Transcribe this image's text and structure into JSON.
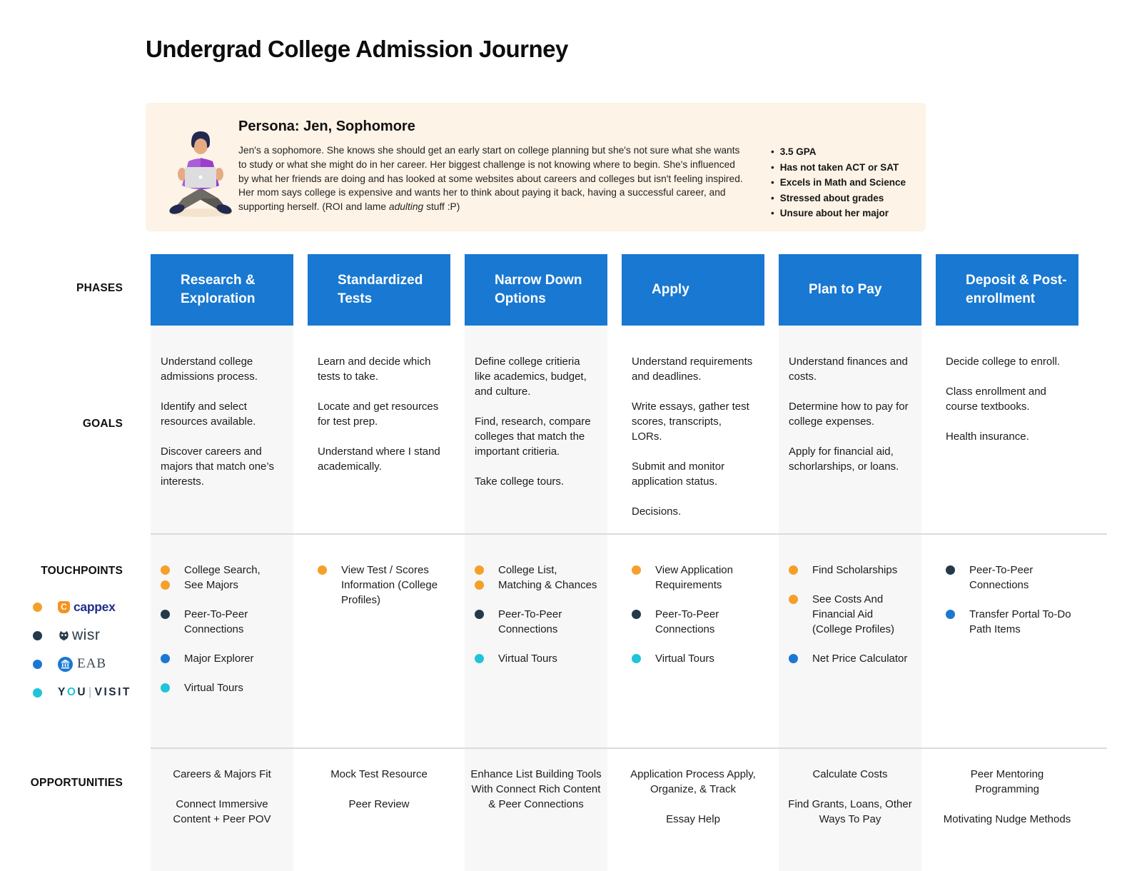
{
  "title": "Undergrad College Admission Journey",
  "colors": {
    "orange": "#F5A02B",
    "navy": "#24394A",
    "blue": "#1B77D2",
    "cyan": "#20C4D9",
    "header_blue": "#1878D2",
    "persona_bg": "#FDF3E6",
    "cappex_orange": "#F5931E",
    "cappex_navy": "#1F2E8C"
  },
  "persona": {
    "heading": "Persona: Jen, Sophomore",
    "description": [
      "Jen's a sophomore. She knows she should get an early start on college planning but she's not sure what she wants to study or what she might do in her career. Her biggest challenge is not knowing where to begin. She's influenced by what her friends are doing and has looked at some websites about careers and colleges but isn't feeling inspired. Her mom says college is expensive and wants her to think about paying it back, having a successful career, and supporting herself. (ROI and lame ",
      "adulting",
      " stuff :P)"
    ],
    "facts": [
      "3.5 GPA",
      "Has not taken ACT or SAT",
      "Excels in Math and Science",
      "Stressed about grades",
      "Unsure about her major"
    ],
    "bullet": "•"
  },
  "row_labels": {
    "phases": "PHASES",
    "goals": "GOALS",
    "touchpoints": "TOUCHPOINTS",
    "opportunities": "OPPORTUNITIES"
  },
  "legend": [
    {
      "c": "orange",
      "brand": "cappex",
      "badge": "C",
      "word": "cappex"
    },
    {
      "c": "navy",
      "brand": "wisr",
      "word": "wisr"
    },
    {
      "c": "blue",
      "brand": "EAB",
      "word": "EAB"
    },
    {
      "c": "cyan",
      "brand": "YouVisit",
      "y": "Y",
      "o": "O",
      "u": "U",
      "bar": "|",
      "visit": "VISIT"
    }
  ],
  "columns": [
    {
      "phase": "Research & Exploration",
      "goals": [
        "Understand college admissions process.",
        "Identify and select resources available.",
        "Discover careers and majors that match one’s interests."
      ],
      "touchpoints": [
        {
          "c": "orange",
          "t": "College Search,"
        },
        {
          "c": "orange",
          "t": "See Majors"
        },
        {
          "c": "navy",
          "t": "Peer-To-Peer Connections"
        },
        {
          "c": "blue",
          "t": "Major Explorer"
        },
        {
          "c": "cyan",
          "t": "Virtual Tours"
        }
      ],
      "opportunities": [
        "Careers & Majors Fit",
        "Connect Immersive Content + Peer POV"
      ]
    },
    {
      "phase": "Standardized Tests",
      "goals": [
        "Learn and decide which tests to take.",
        "Locate and get resources for test prep.",
        "Understand where I stand academically."
      ],
      "touchpoints": [
        {
          "c": "orange",
          "t": "View Test / Scores Information (College Profiles)"
        }
      ],
      "opportunities": [
        "Mock Test Resource",
        "Peer Review"
      ]
    },
    {
      "phase": "Narrow Down Options",
      "goals": [
        "Define college critieria like academics, budget, and culture.",
        "Find, research, compare colleges that match the important critieria.",
        "Take college tours."
      ],
      "touchpoints": [
        {
          "c": "orange",
          "t": "College List,"
        },
        {
          "c": "orange",
          "t": "Matching & Chances"
        },
        {
          "c": "navy",
          "t": "Peer-To-Peer Connections"
        },
        {
          "c": "cyan",
          "t": "Virtual Tours"
        }
      ],
      "opportunities": [
        "Enhance List Building Tools With Connect Rich Content & Peer Connections"
      ]
    },
    {
      "phase": "Apply",
      "goals": [
        "Understand requirements and deadlines.",
        "Write essays, gather test scores, transcripts, LORs.",
        "Submit and monitor application status.",
        "Decisions."
      ],
      "touchpoints": [
        {
          "c": "orange",
          "t": "View Application Requirements"
        },
        {
          "c": "navy",
          "t": "Peer-To-Peer Connections"
        },
        {
          "c": "cyan",
          "t": "Virtual Tours"
        }
      ],
      "opportunities": [
        "Application Process Apply, Organize, & Track",
        "Essay Help"
      ]
    },
    {
      "phase": "Plan to Pay",
      "goals": [
        "Understand finances and costs.",
        "Determine how to pay for college expenses.",
        "Apply for financial aid, schorlarships, or loans."
      ],
      "touchpoints": [
        {
          "c": "orange",
          "t": "Find Scholarships"
        },
        {
          "c": "orange",
          "t": "See Costs And Financial Aid (College Profiles)"
        },
        {
          "c": "blue",
          "t": "Net Price Calculator"
        }
      ],
      "opportunities": [
        "Calculate Costs",
        "Find Grants, Loans, Other Ways To Pay"
      ]
    },
    {
      "phase": "Deposit & Post-enrollment",
      "goals": [
        "Decide college to enroll.",
        "Class enrollment and course textbooks.",
        "Health insurance."
      ],
      "touchpoints": [
        {
          "c": "navy",
          "t": "Peer-To-Peer Connections"
        },
        {
          "c": "blue",
          "t": "Transfer Portal To-Do Path Items"
        }
      ],
      "opportunities": [
        "Peer Mentoring Programming",
        "Motivating Nudge Methods"
      ]
    }
  ]
}
